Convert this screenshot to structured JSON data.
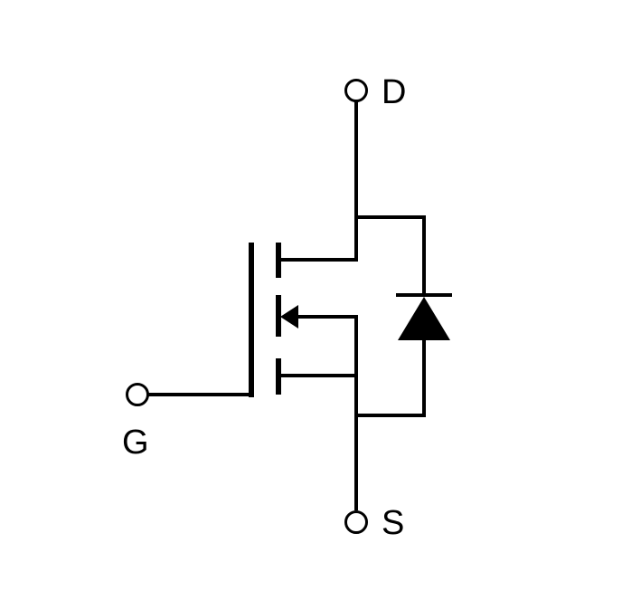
{
  "diagram": {
    "terminals": {
      "drain_label": "D",
      "gate_label": "G",
      "source_label": "S"
    },
    "colors": {
      "line": "#000000",
      "background": "#ffffff"
    }
  }
}
